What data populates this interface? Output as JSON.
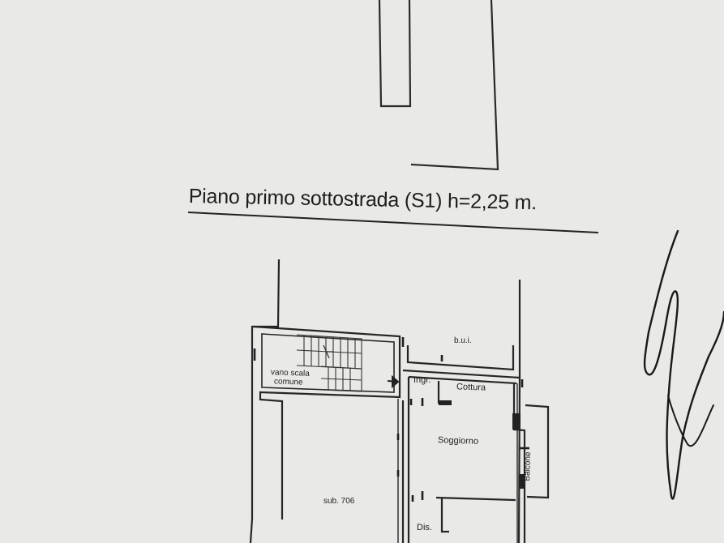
{
  "plan": {
    "title": "Piano primo sottostrada (S1) h=2,25 m.",
    "rooms": {
      "stair_line1": "vano scala",
      "stair_line2": "comune",
      "bui": "b.u.i.",
      "entrance": "Ingr.",
      "kitchen": "Cottura",
      "living": "Soggiorno",
      "balcony": "Balcone",
      "sub": "sub. 706",
      "dis": "Dis."
    }
  }
}
